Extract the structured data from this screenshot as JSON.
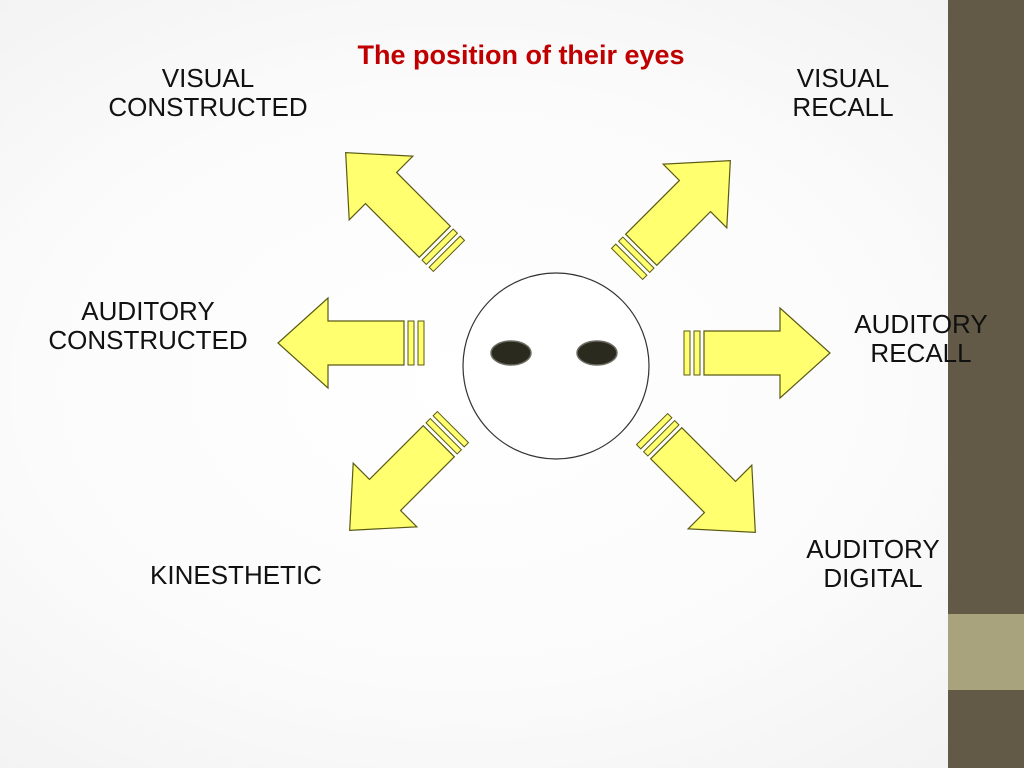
{
  "title": "The position of their eyes",
  "labels": {
    "visual_constructed": [
      "VISUAL",
      "CONSTRUCTED"
    ],
    "visual_recall": [
      "VISUAL",
      "RECALL"
    ],
    "auditory_constructed": [
      "AUDITORY",
      "CONSTRUCTED"
    ],
    "auditory_recall": [
      "AUDITORY",
      "RECALL"
    ],
    "kinesthetic": [
      "KINESTHETIC"
    ],
    "auditory_digital": [
      "AUDITORY",
      "DIGITAL"
    ]
  },
  "colors": {
    "arrow_fill": "#ffff70",
    "arrow_stroke": "#5a5a14",
    "title": "#c00000",
    "sidebar": "#625a47",
    "sidebar_accent": "#a9a37d",
    "pupil": "#2a2a1e"
  }
}
